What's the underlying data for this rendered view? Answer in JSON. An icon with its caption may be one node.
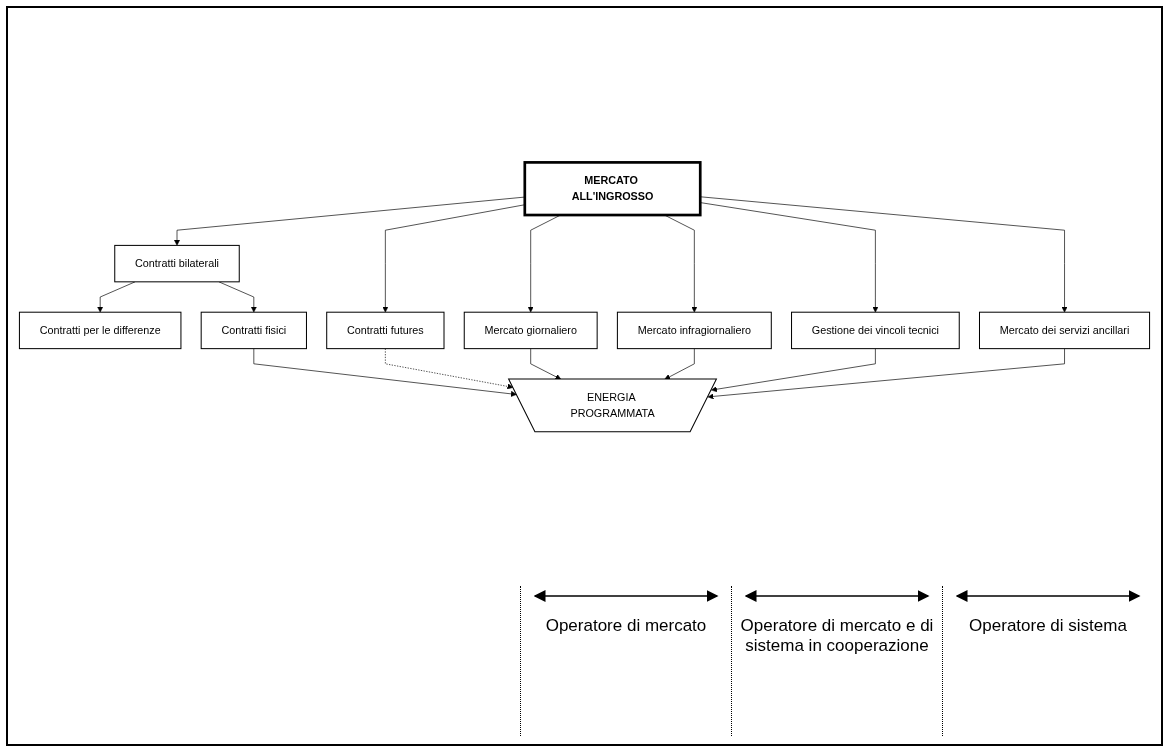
{
  "diagram": {
    "nodes": [
      {
        "text": [
          "MERCATO ALL'INGROSSO"
        ]
      },
      {
        "text": [
          "Contratti bilaterali"
        ]
      },
      {
        "text": [
          "Contratti futures"
        ]
      },
      {
        "text": [
          "Mercato giornaliero"
        ]
      },
      {
        "text": [
          "Mercato infragiornaliero"
        ]
      },
      {
        "text": [
          "Gestione dei vincoli tecnici"
        ]
      },
      {
        "text": [
          "Mercato dei servizi ancillari"
        ]
      },
      {
        "text": [
          "Contratti per le differenze"
        ]
      },
      {
        "text": [
          "Contratti fisici"
        ]
      },
      {
        "text": [
          "ENERGIA PROGRAMMATA"
        ]
      }
    ],
    "edges": [
      {
        "from": 0,
        "to": 1,
        "arrow": "to"
      },
      {
        "from": 0,
        "to": 2,
        "arrow": "to"
      },
      {
        "from": 0,
        "to": 3,
        "arrow": "to"
      },
      {
        "from": 0,
        "to": 4,
        "arrow": "to"
      },
      {
        "from": 0,
        "to": 5,
        "arrow": "to"
      },
      {
        "from": 0,
        "to": 6,
        "arrow": "to"
      },
      {
        "from": 1,
        "to": 7,
        "arrow": "to"
      },
      {
        "from": 1,
        "to": 8,
        "arrow": "to"
      },
      {
        "from": 8,
        "to": 9,
        "arrow": "to"
      },
      {
        "from": 2,
        "to": 9,
        "arrow": "to",
        "style": "dashed"
      },
      {
        "from": 3,
        "to": 9,
        "arrow": "to"
      },
      {
        "from": 4,
        "to": 9,
        "arrow": "to"
      },
      {
        "from": 5,
        "to": 9,
        "arrow": "to"
      },
      {
        "from": 6,
        "to": 9,
        "arrow": "to"
      }
    ],
    "labels": [
      "Operatore di mercato",
      "Operatore di mercato e di sistema in cooperazione",
      "Operatore di sistema"
    ]
  }
}
